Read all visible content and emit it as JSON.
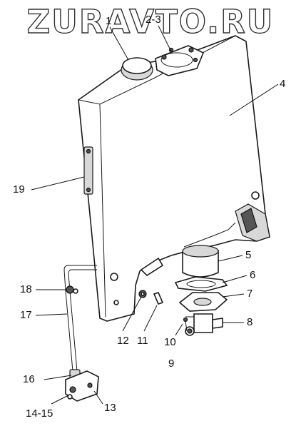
{
  "watermark": "ZURAVTO.RU",
  "callouts": [
    {
      "id": "1",
      "text": "1"
    },
    {
      "id": "2-3",
      "text": "2-3"
    },
    {
      "id": "4",
      "text": "4"
    },
    {
      "id": "5",
      "text": "5"
    },
    {
      "id": "6",
      "text": "6"
    },
    {
      "id": "7",
      "text": "7"
    },
    {
      "id": "8",
      "text": "8"
    },
    {
      "id": "9",
      "text": "9"
    },
    {
      "id": "10",
      "text": "10"
    },
    {
      "id": "11",
      "text": "11"
    },
    {
      "id": "12",
      "text": "12"
    },
    {
      "id": "13",
      "text": "13"
    },
    {
      "id": "14-15",
      "text": "14-15"
    },
    {
      "id": "16",
      "text": "16"
    },
    {
      "id": "17",
      "text": "17"
    },
    {
      "id": "18",
      "text": "18"
    },
    {
      "id": "19",
      "text": "19"
    }
  ]
}
